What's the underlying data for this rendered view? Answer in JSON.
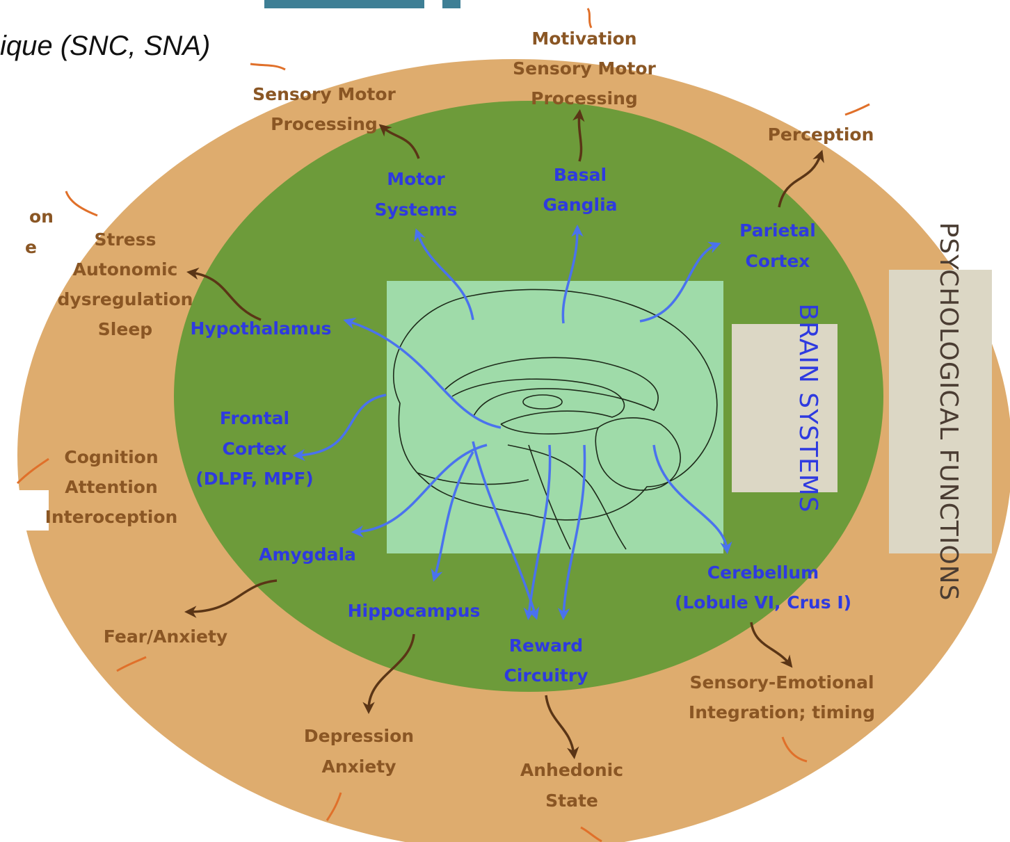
{
  "header": {
    "text": "ique (SNC, SNA)"
  },
  "labels": {
    "brain_systems_box": "BRAIN SYSTEMS",
    "psychological_functions_box": "PSYCHOLOGICAL FUNCTIONS"
  },
  "brain_systems": {
    "motor_systems": [
      "Motor",
      "Systems"
    ],
    "basal_ganglia": [
      "Basal",
      "Ganglia"
    ],
    "parietal_cortex": [
      "Parietal",
      "Cortex"
    ],
    "hypothalamus": [
      "Hypothalamus"
    ],
    "frontal_cortex": [
      "Frontal",
      "Cortex",
      "(DLPF, MPF)"
    ],
    "amygdala": [
      "Amygdala"
    ],
    "hippocampus": [
      "Hippocampus"
    ],
    "reward_circuitry": [
      "Reward",
      "Circuitry"
    ],
    "cerebellum": [
      "Cerebellum",
      "(Lobule VI, Crus I)"
    ]
  },
  "psychological_functions": {
    "sensory_motor": [
      "Sensory Motor",
      "Processing"
    ],
    "motivation": [
      "Motivation",
      "Sensory Motor",
      "Processing"
    ],
    "perception": [
      "Perception"
    ],
    "stress": [
      "Stress",
      "Autonomic",
      "dysregulation",
      "Sleep"
    ],
    "cognition": [
      "Cognition",
      "Attention",
      "Interoception"
    ],
    "fear": [
      "Fear/Anxiety"
    ],
    "depression": [
      "Depression",
      "Anxiety"
    ],
    "anhedonic": [
      "Anhedonic",
      "State"
    ],
    "sensory_emotional": [
      "Sensory-Emotional",
      "Integration; timing"
    ],
    "cut_fragment": [
      "on",
      "e"
    ]
  },
  "colors": {
    "outer_ring": "#deac6e",
    "inner_circle": "#6d9b3a",
    "center_square": "#9fdba9",
    "brain_text": "#2e3ae0",
    "psych_text": "#8a5624",
    "box_fill": "#dcd7c5",
    "arrow_blue": "#4a72ee",
    "arrow_brown": "#5a3516",
    "edge_orange": "#e0702a"
  }
}
